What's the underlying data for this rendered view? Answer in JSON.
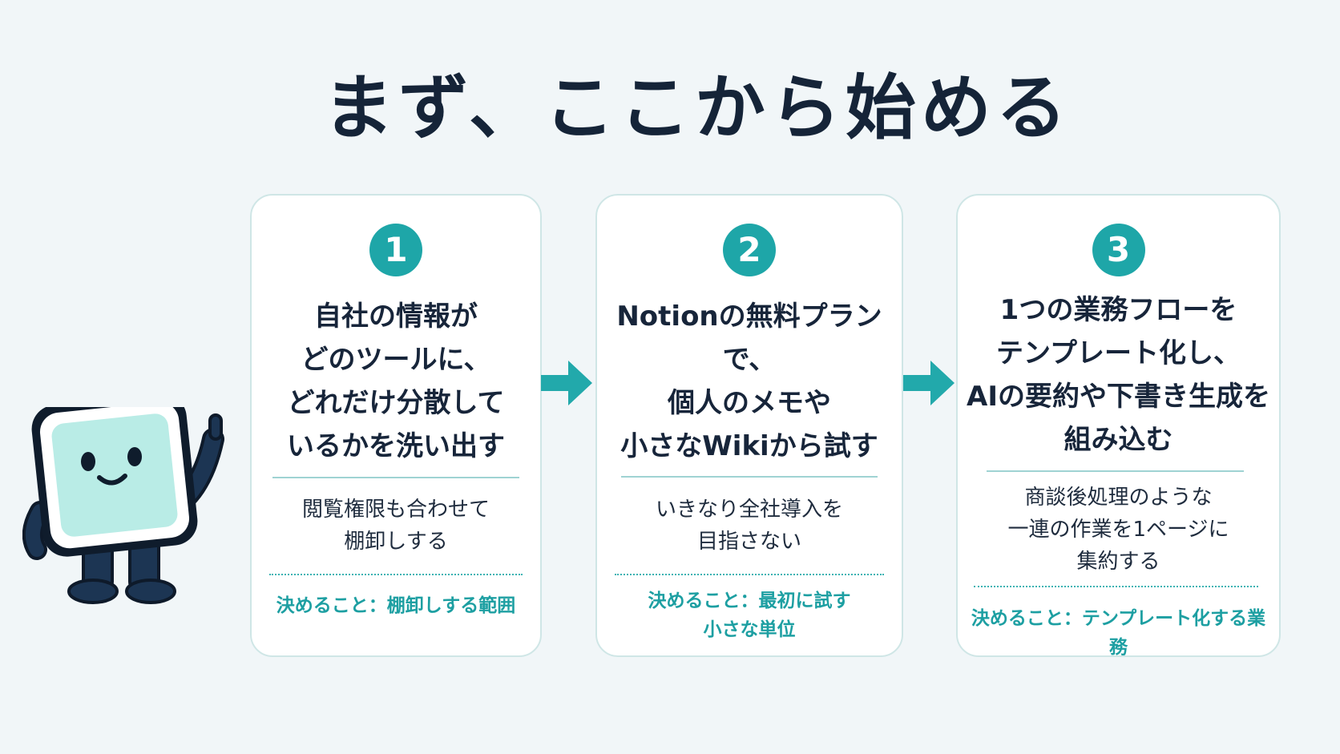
{
  "title": "まず、ここから始める",
  "colors": {
    "accent": "#1ea6a8",
    "navy": "#17253a",
    "card_border": "#cfe6e6",
    "background": "#f1f6f8",
    "mascot_face": "#b9ece6"
  },
  "steps": [
    {
      "number": "1",
      "heading_lines": [
        "自社の情報が",
        "どのツールに、",
        "どれだけ分散して",
        "いるかを洗い出す"
      ],
      "desc_lines": [
        "閲覧権限も合わせて",
        "棚卸しする"
      ],
      "decide_lines": [
        "決めること：棚卸しする範囲"
      ]
    },
    {
      "number": "2",
      "heading_lines": [
        "Notionの無料プランで、",
        "個人のメモや",
        "小さなWikiから試す"
      ],
      "desc_lines": [
        "いきなり全社導入を",
        "目指さない"
      ],
      "decide_lines": [
        "決めること：最初に試す",
        "小さな単位"
      ]
    },
    {
      "number": "3",
      "heading_lines": [
        "1つの業務フローを",
        "テンプレート化し、",
        "AIの要約や下書き生成を",
        "組み込む"
      ],
      "desc_lines": [
        "商談後処理のような",
        "一連の作業を1ページに",
        "集約する"
      ],
      "decide_lines": [
        "決めること：テンプレート化する業務"
      ]
    }
  ],
  "arrow_icon": "right-arrow-icon",
  "mascot_icon": "pointing-cube-mascot-icon"
}
